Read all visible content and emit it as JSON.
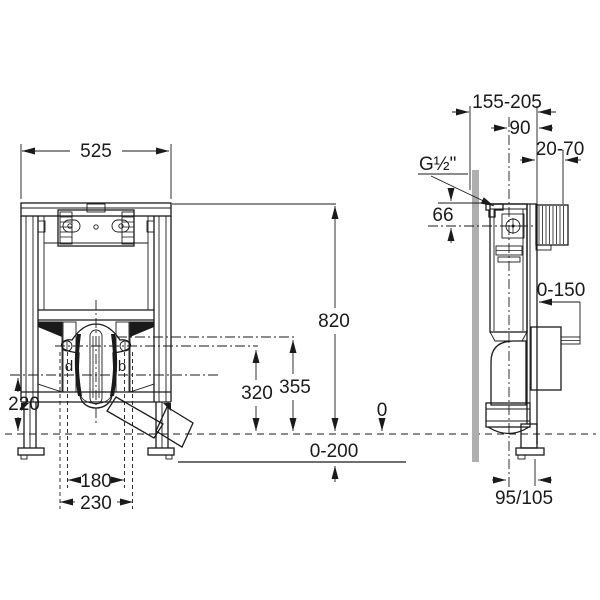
{
  "drawing": {
    "type": "installation-frame-technical-drawing",
    "units": "mm"
  },
  "front_view": {
    "frame_width": "525",
    "frame_height": "820",
    "dim_flush_bend_top": "355",
    "dim_bolt_axis": "320",
    "dim_outlet_axis": "220",
    "bolt_spacing_inner": "180",
    "bolt_spacing_outer": "230",
    "feet_adjust_range": "0-200",
    "floor_zero": "0",
    "label_d": "d",
    "label_b": "b"
  },
  "side_view": {
    "depth_range": "155-205",
    "dim_center_to_face": "90",
    "wall_finish_range": "20-70",
    "inlet_thread": "G½\"",
    "dim_inlet_axis": "66",
    "bracket_adjust_range": "0-150",
    "outlet_offset": "95/105"
  },
  "colors": {
    "line": "#1a1a1a",
    "wall": "#aeaeae",
    "background": "#ffffff"
  }
}
